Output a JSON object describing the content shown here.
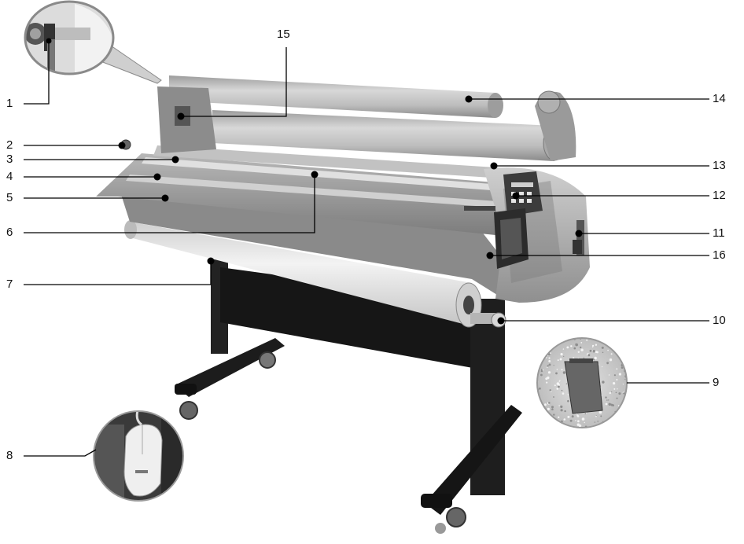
{
  "callouts": [
    {
      "id": "1",
      "label": "1"
    },
    {
      "id": "2",
      "label": "2"
    },
    {
      "id": "3",
      "label": "3"
    },
    {
      "id": "4",
      "label": "4"
    },
    {
      "id": "5",
      "label": "5"
    },
    {
      "id": "6",
      "label": "6"
    },
    {
      "id": "7",
      "label": "7"
    },
    {
      "id": "8",
      "label": "8"
    },
    {
      "id": "9",
      "label": "9"
    },
    {
      "id": "10",
      "label": "10"
    },
    {
      "id": "11",
      "label": "11"
    },
    {
      "id": "12",
      "label": "12"
    },
    {
      "id": "13",
      "label": "13"
    },
    {
      "id": "14",
      "label": "14"
    },
    {
      "id": "15",
      "label": "15"
    },
    {
      "id": "16",
      "label": "16"
    }
  ],
  "colors": {
    "machine_body": "#9a9a9a",
    "machine_dark": "#5e5e5e",
    "roll": "#d9d9d9",
    "stand": "#1e1e1e",
    "leader": "#000000"
  }
}
